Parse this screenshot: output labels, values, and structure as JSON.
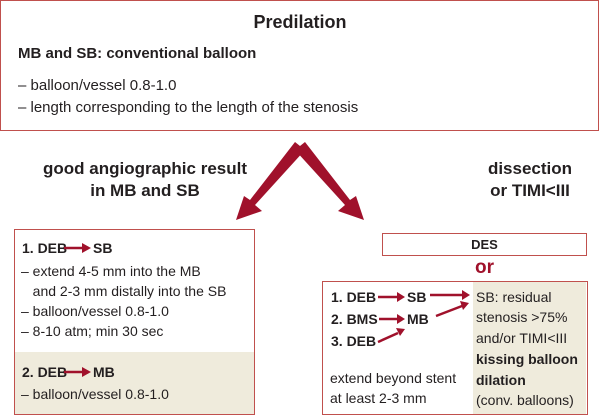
{
  "top": {
    "title": "Predilation",
    "subtitle": "MB and SB: conventional balloon",
    "items": [
      "– balloon/vessel 0.8-1.0",
      "– length corresponding to the length of the stenosis"
    ]
  },
  "left_label": [
    "good angiographic result",
    "in MB and SB"
  ],
  "right_label": [
    "dissection",
    "or TIMI<III"
  ],
  "left_box": {
    "step1": {
      "num": "1. DEB",
      "target": "SB"
    },
    "step1_items": [
      "– extend 4-5 mm into the MB",
      "   and 2-3 mm distally into the SB",
      "– balloon/vessel 0.8-1.0",
      "– 8-10 atm; min 30 sec"
    ],
    "step2": {
      "num": "2. DEB",
      "target": "MB"
    },
    "step2_items": [
      "– balloon/vessel 0.8-1.0"
    ]
  },
  "des": "DES",
  "or": "or",
  "right_box": {
    "steps": [
      "1. DEB",
      "2. BMS",
      "3. DEB"
    ],
    "targets": [
      "SB",
      "MB"
    ],
    "note": [
      "extend beyond stent",
      "at least 2-3 mm"
    ],
    "side": [
      "SB: residual",
      "stenosis >75%",
      "and/or TIMI<III"
    ],
    "side_bold": [
      "kissing balloon",
      "dilation"
    ],
    "side_end": "(conv. balloons)"
  },
  "colors": {
    "border": "#c0504d",
    "arrow": "#a0112b",
    "beige": "#efebdc"
  }
}
